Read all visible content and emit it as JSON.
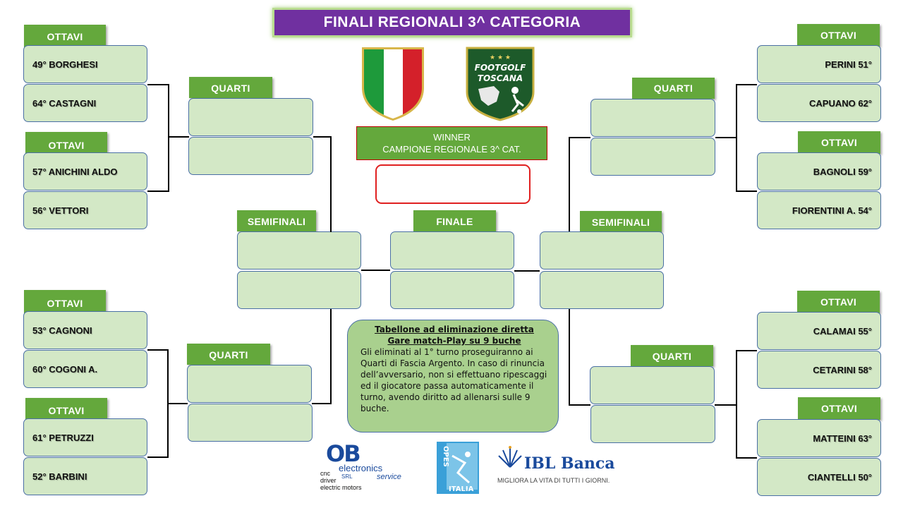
{
  "title": "FINALI REGIONALI 3^ CATEGORIA",
  "labels": {
    "ottavi": "OTTAVI",
    "quarti": "QUARTI",
    "semifinali": "SEMIFINALI",
    "finale": "FINALE"
  },
  "winner": {
    "line1": "WINNER",
    "line2": "CAMPIONE REGIONALE 3^ CAT."
  },
  "left_players": [
    "49° BORGHESI",
    "64° CASTAGNI",
    "57° ANICHINI ALDO",
    "56° VETTORI",
    "53° CAGNONI",
    "60° COGONI A.",
    "61° PETRUZZI",
    "52° BARBINI"
  ],
  "right_players": [
    "PERINI 51°",
    "CAPUANO 62°",
    "BAGNOLI 59°",
    "FIORENTINI A. 54°",
    "CALAMAI 55°",
    "CETARINI 58°",
    "MATTEINI 63°",
    "CIANTELLI 50°"
  ],
  "info": {
    "title1": "Tabellone ad eliminazione diretta",
    "title2": "Gare match-Play su 9 buche",
    "body": "Gli eliminati al 1° turno proseguiranno ai Quarti di Fascia Argento. In caso di rinuncia dell’avversario, non si effettuano ripescaggi ed il giocatore passa automaticamente il turno,  avendo diritto ad allenarsi sulle 9 buche."
  },
  "logos": {
    "footgolf_1": "FOOTGOLF",
    "footgolf_2": "TOSCANA",
    "ob_big": "OB",
    "ob_electronics": "electronics",
    "ob_srl": "SRL",
    "ob_service": "service",
    "ob_line1": "cnc",
    "ob_line2": "driver",
    "ob_line3": "electric motors",
    "opes": "OPES",
    "italia": "ITALIA",
    "ibl": "IBL Banca",
    "ibl_tagline": "MIGLIORA LA VITA DI TUTTI I GIORNI."
  },
  "colors": {
    "label_green": "#64a83c",
    "box_green": "#d3e8c6",
    "title_purple": "#7030a0",
    "info_green": "#a9d08e",
    "winner_red": "#e02020"
  }
}
